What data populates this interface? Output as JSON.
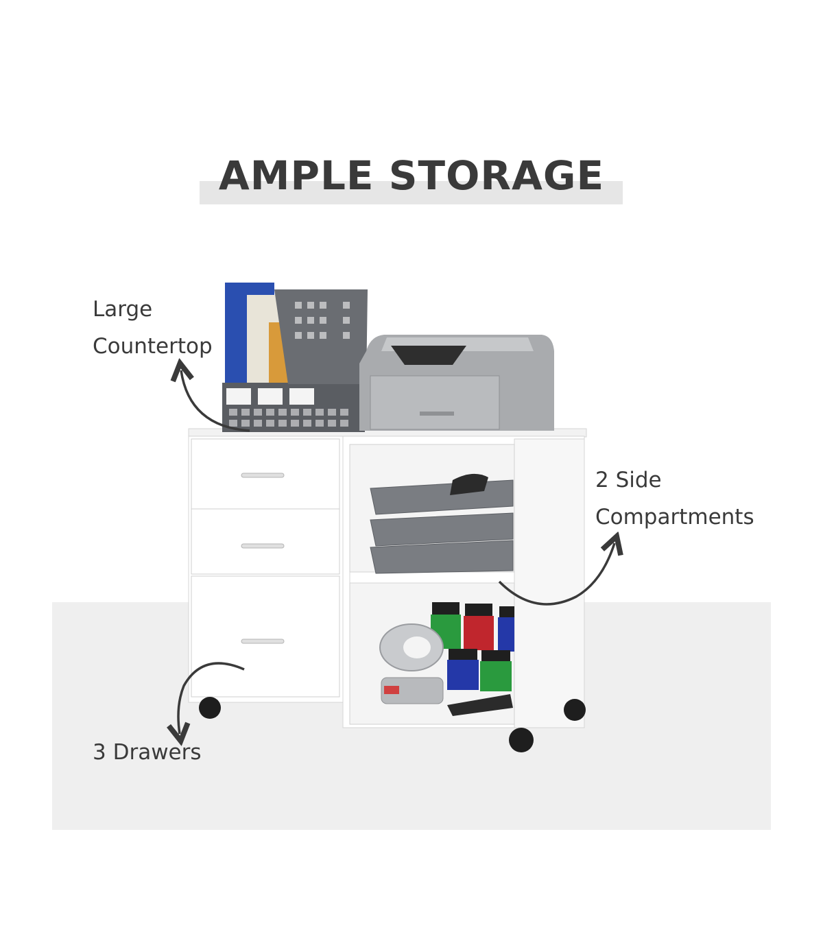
{
  "title": "AMPLE STORAGE",
  "callouts": {
    "countertop": {
      "line1": "Large",
      "line2": "Countertop"
    },
    "compartments": {
      "line1": "2 Side",
      "line2": "Compartments"
    },
    "drawers": {
      "line1": "3 Drawers"
    }
  },
  "colors": {
    "title": "#3a3a3a",
    "cabinet": "#ffffff",
    "cabinet_edge": "#d4d4d4",
    "floor": "#efefef",
    "printer": "#a9abae",
    "organizer": "#5a5d62",
    "tray": "#7a7d82",
    "arrow": "#3a3a3a"
  }
}
